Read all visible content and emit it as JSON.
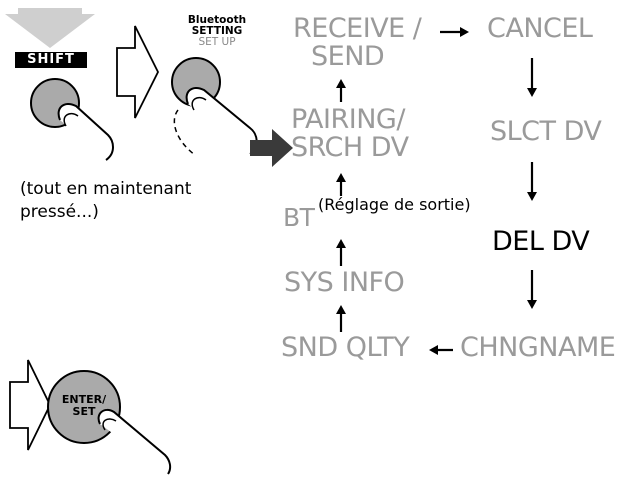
{
  "buttons": {
    "shift_label": "SHIFT",
    "bluetooth_label": "Bluetooth",
    "setting_label": "SETTING",
    "setup_label": "SET UP",
    "enter_label": "ENTER/",
    "set_label": "SET"
  },
  "note_holding": "(tout en maintenant pressé...)",
  "note_holding_line1": "(tout en maintenant",
  "note_holding_line2": "pressé...)",
  "note_exit": "(Réglage de sortie)",
  "menu": {
    "receive_send_line1": "RECEIVE /",
    "receive_send_line2": "SEND",
    "cancel": "CANCEL",
    "pairing_line1": "PAIRING/",
    "pairing_line2": "SRCH DV",
    "slct_dv": "SLCT DV",
    "bt": "BT",
    "del_dv": "DEL DV",
    "sys_info": "SYS INFO",
    "snd_qlty": "SND QLTY",
    "chngname": "CHNGNAME"
  },
  "colors": {
    "inactive_item": "#9a9a9a",
    "active_item": "#000000",
    "button_fill": "#aaaaaa",
    "shift_arrow": "#c8c8c8"
  }
}
